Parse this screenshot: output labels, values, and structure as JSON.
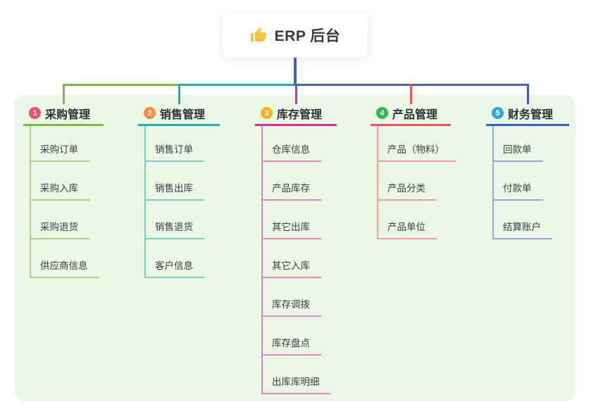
{
  "root": {
    "label": "ERP 后台",
    "icon": "thumbs-up-icon"
  },
  "colors": {
    "panel_background": "#ebf7e5",
    "root_connector": "#4a5ec4",
    "root_text": "#363a43",
    "thumb_icon": "#f9c23c"
  },
  "branches": [
    {
      "num": "1",
      "label": "采购管理",
      "color": "#7cb93f",
      "light_color": "#a8d284",
      "badge_color": "#ef506b",
      "children": [
        "采购订单",
        "采购入库",
        "采购退货",
        "供应商信息"
      ]
    },
    {
      "num": "2",
      "label": "销售管理",
      "color": "#19b3ab",
      "light_color": "#74d0c9",
      "badge_color": "#fa8b3d",
      "children": [
        "销售订单",
        "销售出库",
        "销售退货",
        "客户信息"
      ]
    },
    {
      "num": "3",
      "label": "库存管理",
      "color": "#d42f9b",
      "light_color": "#e684c0",
      "badge_color": "#fcb216",
      "children": [
        "仓库信息",
        "产品库存",
        "其它出库",
        "其它入库",
        "库存调拨",
        "库存盘点",
        "出库库明细"
      ]
    },
    {
      "num": "4",
      "label": "产品管理",
      "color": "#f4515c",
      "light_color": "#f79ba1",
      "badge_color": "#2eb850",
      "children": [
        "产品（物料）",
        "产品分类",
        "产品单位"
      ]
    },
    {
      "num": "5",
      "label": "财务管理",
      "color": "#3c5cc9",
      "light_color": "#93a7dc",
      "badge_color": "#2aa9e0",
      "children": [
        "回款单",
        "付款单",
        "结算账户"
      ]
    }
  ]
}
